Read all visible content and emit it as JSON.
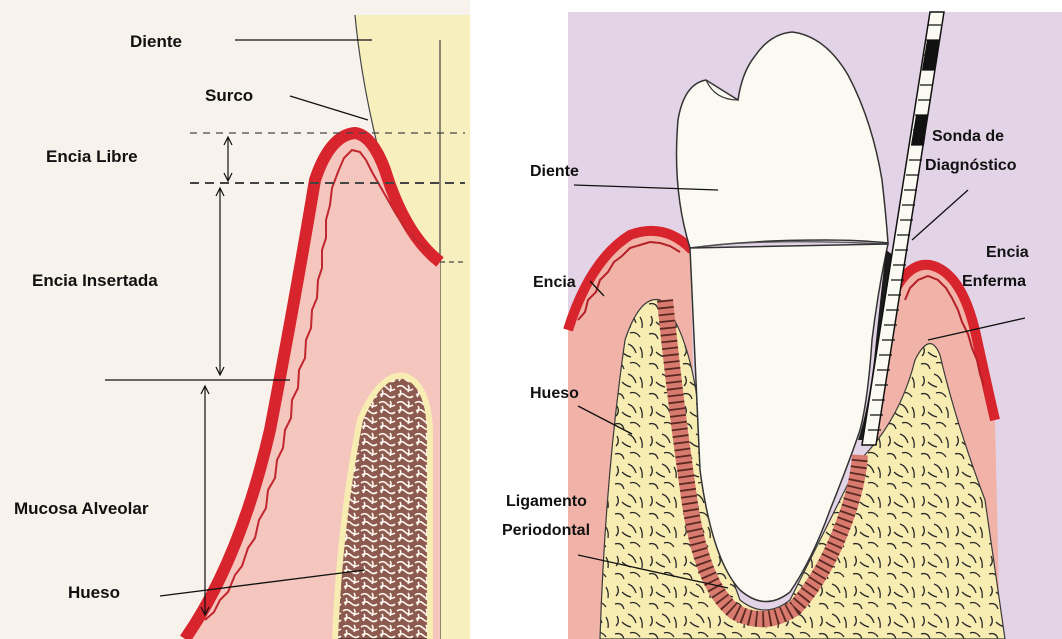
{
  "left_panel": {
    "labels": {
      "diente": "Diente",
      "surco": "Surco",
      "encia_libre": "Encia Libre",
      "encia_insertada": "Encia Insertada",
      "mucosa_alveolar": "Mucosa Alveolar",
      "hueso": "Hueso"
    }
  },
  "right_panel": {
    "labels": {
      "diente": "Diente",
      "sonda_line1": "Sonda de",
      "sonda_line2": "Diagnóstico",
      "encia": "Encia",
      "encia_enferma_line1": "Encia",
      "encia_enferma_line2": "Enferma",
      "hueso": "Hueso",
      "ligamento_line1": "Ligamento",
      "ligamento_line2": "Periodontal"
    }
  },
  "colors": {
    "left_background": "#f7f3ec",
    "right_background": "#e3d3e6",
    "tooth_enamel": "#fbfaf2",
    "gum_pink": "#f4c6bd",
    "gum_red": "#d8242c",
    "bone_yellow": "#f7ecb2",
    "bone_marrow": "#8c5a4e",
    "probe_black": "#111111"
  }
}
